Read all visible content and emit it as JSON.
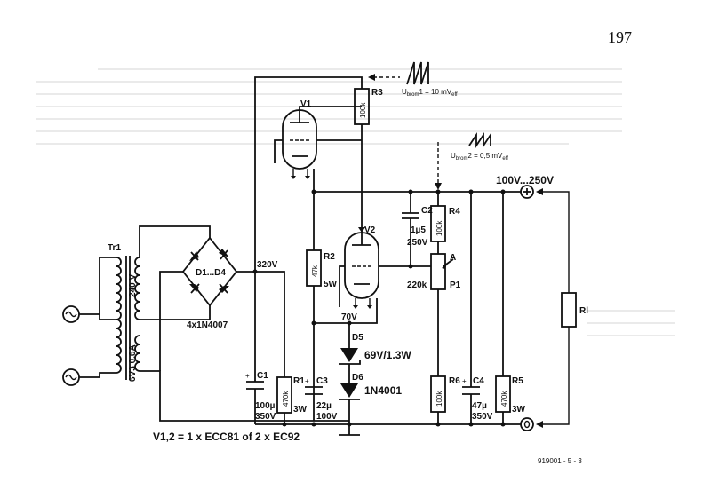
{
  "page_number": "197",
  "figure_code": "919001 - 5 - 3",
  "tube_note": "V1,2 = 1 x ECC81 of 2 x EC92",
  "components": {
    "tr1": "Tr1",
    "tr_primary": "240 V",
    "tr_secondary": "6V3  0.6A",
    "bridge": "D1...D4",
    "bridge_type": "4x1N4007",
    "v1": "V1",
    "v2": "V2",
    "r1": "R1",
    "r1_val": "470k",
    "r1_w": "3W",
    "r2": "R2",
    "r2_val": "47k",
    "r2_w": "5W",
    "r3": "R3",
    "r3_val": "100k",
    "r4": "R4",
    "r4_val": "100k",
    "r5": "R5",
    "r5_val": "470k",
    "r5_w": "3W",
    "r6": "R6",
    "r6_val": "100k",
    "rl": "Rl",
    "c1": "C1",
    "c1_val": "100µ",
    "c1_v": "350V",
    "c2": "C2",
    "c2_val": "1µ5",
    "c2_v": "250V",
    "c3": "C3",
    "c3_val": "22µ",
    "c3_v": "100V",
    "c4": "C4",
    "c4_val": "47µ",
    "c4_v": "350V",
    "p1": "P1",
    "p1_val": "220k",
    "d5": "D5",
    "d5_val": "69V/1.3W",
    "d6": "D6",
    "d6_val": "1N4001",
    "v320": "320V",
    "v70": "70V",
    "vout": "100V...250V",
    "ripple1": "U",
    "ripple1_sub": "brom",
    "ripple1_rest": "1 = 10 mV",
    "ripple1_eff": "eff",
    "ripple2": "U",
    "ripple2_sub": "brom",
    "ripple2_rest": "2 = 0,5 mV",
    "ripple2_eff": "eff",
    "wiper": "A"
  }
}
